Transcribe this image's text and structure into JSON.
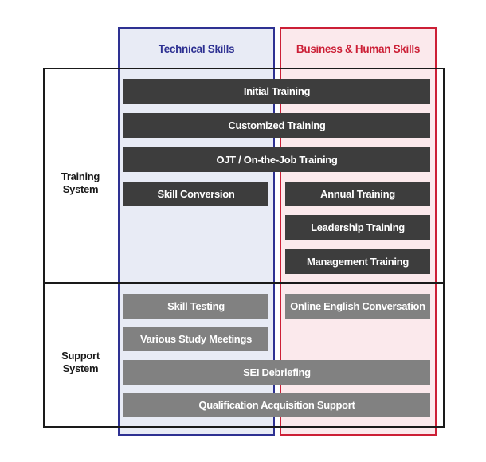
{
  "columns": {
    "technical": "Technical Skills",
    "business": "Business & Human Skills"
  },
  "rows": {
    "training_line1": "Training",
    "training_line2": "System",
    "support_line1": "Support",
    "support_line2": "System"
  },
  "training": {
    "initial": "Initial Training",
    "customized": "Customized Training",
    "ojt": "OJT / On-the-Job Training",
    "skill_conversion": "Skill Conversion",
    "annual": "Annual Training",
    "leadership": "Leadership Training",
    "management": "Management Training"
  },
  "support": {
    "skill_testing": "Skill Testing",
    "online_english": "Online English Conversation",
    "study_meetings": "Various Study Meetings",
    "sei_debriefing": "SEI Debriefing",
    "qualification": "Qualification Acquisition Support"
  },
  "colors": {
    "technical_accent": "#2e3192",
    "business_accent": "#cc1f36",
    "training_box": "#3d3d3d",
    "support_box": "#818181"
  }
}
